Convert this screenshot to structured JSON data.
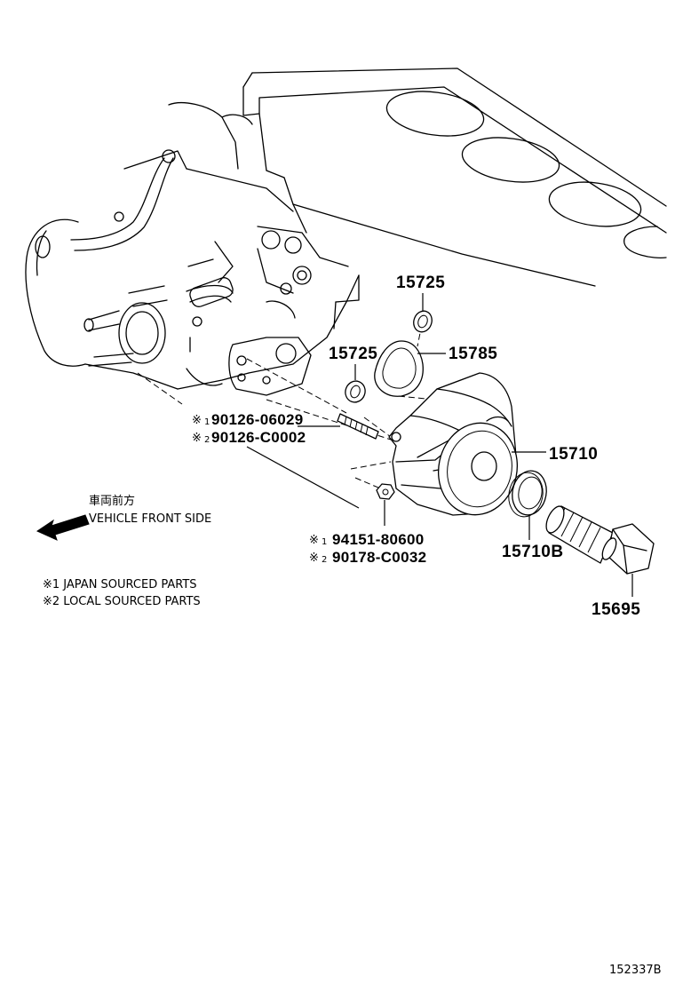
{
  "parts": {
    "p1": "15725",
    "p2": "15725",
    "p3": "15785",
    "p4": "15710",
    "p5": "15710B",
    "p6": "15695",
    "stud_jp": "90126-06029",
    "stud_local": "90126-C0002",
    "nut_jp": "94151-80600",
    "nut_local": "90178-C0032"
  },
  "marks": {
    "symbol": "※",
    "one": "1",
    "two": "2"
  },
  "direction": {
    "jp": "車両前方",
    "en": "VEHICLE FRONT SIDE"
  },
  "notes": {
    "n1": "※1 JAPAN SOURCED PARTS",
    "n2": "※2 LOCAL SOURCED PARTS"
  },
  "figure_id": "152337B"
}
